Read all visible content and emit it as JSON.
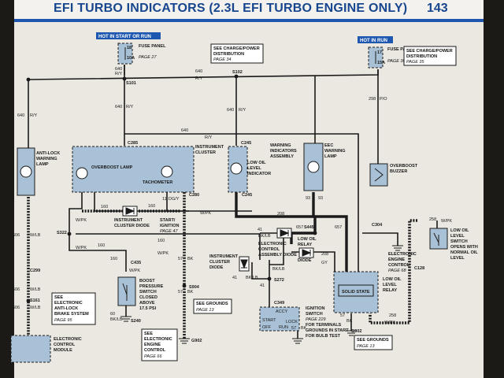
{
  "header": {
    "title": "EFI TURBO INDICATORS (2.3L EFI TURBO ENGINE ONLY)",
    "page_number": "143"
  },
  "hot_start_run": "HOT IN START OR RUN",
  "hot_run": "HOT IN RUN",
  "fuse_left": {
    "title": "FUSE PANEL",
    "page": "PAGE 27",
    "fuse": "18",
    "amps": "10A"
  },
  "fuse_right": {
    "title": "FUSE PANEL",
    "page": "PAGE 30",
    "fuse": "17",
    "amps": "15A"
  },
  "refs": {
    "charge_power_1": {
      "line1": "SEE CHARGE/POWER",
      "line2": "DISTRIBUTION",
      "page": "PAGE 34"
    },
    "charge_power_2": {
      "line1": "SEE CHARGE/POWER",
      "line2": "DISTRIBUTION",
      "page": "PAGE 35"
    },
    "anti_lock": {
      "line1": "SEE",
      "line2": "ELECTRONIC",
      "line3": "ANTI-LOCK",
      "line4": "BRAKE SYSTEM",
      "page": "PAGE 95"
    },
    "eec_1": {
      "line1": "SEE",
      "line2": "ELECTRONIC",
      "line3": "ENGINE",
      "line4": "CONTROL",
      "page": "PAGE 66"
    },
    "grounds_1": {
      "line1": "SEE GROUNDS",
      "page": "PAGE 13"
    },
    "grounds_2": {
      "line1": "SEE GROUNDS",
      "page": "PAGE 13"
    },
    "eec_2": {
      "line1": "ELECTRONIC",
      "line2": "ENGINE",
      "line3": "CONTROL",
      "page": "PAGE 68"
    }
  },
  "components": {
    "anti_lock_lamp": {
      "line1": "ANTI-LOCK",
      "line2": "WARNING",
      "line3": "LAMP"
    },
    "instrument_cluster": {
      "line1": "INSTRUMENT",
      "line2": "CLUSTER"
    },
    "overboost_lamp": "OVERBOOST LAMP",
    "tachometer": "TACHOMETER",
    "start_ignition": {
      "line1": "START/",
      "line2": "IGNITION",
      "page": "PAGE 47"
    },
    "warning_indicators": {
      "line1": "WARNING",
      "line2": "INDICATORS",
      "line3": "ASSEMBLY"
    },
    "low_oil_indicator": {
      "line1": "LOW OIL",
      "line2": "LEVEL",
      "line3": "INDICATOR"
    },
    "eec_warning_lamp": {
      "line1": "EEC",
      "line2": "WARNING",
      "line3": "LAMP"
    },
    "overboost_buzzer": {
      "line1": "OVERBOOST",
      "line2": "BUZZER"
    },
    "instrument_cluster_diode": {
      "line1": "INSTRUMENT",
      "line2": "CLUSTER DIODE"
    },
    "ecc_assembly_diode": {
      "line1": "ELECTRONIC",
      "line2": "CONTROL",
      "line3": "ASSEMBLY DIODE"
    },
    "low_oil_relay_diode": {
      "line1": "LOW OIL",
      "line2": "RELAY",
      "line3": "DIODE"
    },
    "instrument_cluster_diode_2": {
      "line1": "INSTRUMENT",
      "line2": "CLUSTER",
      "line3": "DIODE"
    },
    "boost_pressure_switch": {
      "line1": "BOOST",
      "line2": "PRESSURE",
      "line3": "SWITCH",
      "line4": "CLOSED",
      "line5": "ABOVE",
      "line6": "17.5 PSI"
    },
    "ignition_switch": {
      "line1": "IGNITION",
      "line2": "SWITCH",
      "page": "PAGE 229",
      "line3": "FOR TERMINALS",
      "line4": "GROUNDS IN START",
      "line5": "FOR BULB TEST"
    },
    "solid_state": "SOLID STATE",
    "low_oil_relay": {
      "line1": "LOW OIL",
      "line2": "LEVEL",
      "line3": "RELAY"
    },
    "low_oil_switch": {
      "line1": "LOW OIL",
      "line2": "LEVEL",
      "line3": "SWITCH",
      "line4": "OPENS WITH",
      "line5": "NORMAL OIL",
      "line6": "LEVEL"
    },
    "electronic_control_module": {
      "line1": "ELECTRONIC",
      "line2": "CONTROL",
      "line3": "MODULE"
    },
    "ign_accy": "ACCY",
    "ign_start": "START",
    "ign_lock": "LOCK",
    "ign_run": "RUN",
    "ign_off": "OFF"
  },
  "connectors": {
    "s101": "S101",
    "s102": "S102",
    "c285": "C285",
    "c245a": "C245",
    "c245b": "C245",
    "c280": "C280",
    "s322": "S322",
    "c435": "C435",
    "c299": "C299",
    "s161": "S161",
    "s240": "S240",
    "c349": "C349",
    "s272": "S272",
    "s445": "S445",
    "c304": "C304",
    "c128": "C128",
    "s904": "S904",
    "g902": "G902",
    "g902b": "G902"
  },
  "wires": {
    "w640_ry_top": "640",
    "w640_ry_top_c": "R/Y",
    "w640_ry_left": "640",
    "w640_ry_left_c": "R/Y",
    "w640_ry_mid": "640",
    "w640_ry_mid_c": "R/Y",
    "w640_ry_s102": "640",
    "w640_ry_s102_c": "R/Y",
    "w640_ry_right": "640",
    "w640_ry_right_c": "R/Y",
    "w640_ry_cluster": "640",
    "w640_ry_cluster_c": "R/Y",
    "w298_po": "298",
    "w298_po_c": "P/O",
    "w160_wpk_a": "160",
    "w160_wpk_a_c": "W/PK",
    "w160_wpk_b": "160",
    "w160_wpk_b_c": "W/PK",
    "w160_wpk_c": "160",
    "w160_wpk_c_c": "W/PK",
    "w160_wpk_d": "160",
    "w160_wpk_d_c": "W/PK",
    "w160_wpk_e": "160",
    "w160_wpk_e_c": "W/PK",
    "w11_dgy": "11",
    "w11_dgy_c": "DG/Y",
    "w208_a": "208",
    "w208_b": "208",
    "w208_gy": "GY",
    "w41_a": "41",
    "w41_a_c": "BK/LB",
    "w41_b": "41",
    "w41_b_c": "BK/LB",
    "w41_c": "41",
    "w41_c_c": "BK/LB",
    "w657_a": "657",
    "w657_b": "657",
    "w57_bk_a": "57",
    "w57_bk_a_c": "BK",
    "w57_bk_b": "57",
    "w57_bk_b_c": "BK",
    "w57_bk_c": "57",
    "w57_bk_c_c": "BK",
    "w57_bk_d": "57",
    "w57_bk_d_c": "BK",
    "w606_wlb_a": "606",
    "w606_wlb_a_c": "W/LB",
    "w606_wlb_b": "606",
    "w606_wlb_b_c": "W/LB",
    "w606_wlb_c": "606",
    "w606_wlb_c_c": "W/LB",
    "w258_wpk_a": "258",
    "w258_wpk_a_c": "W/PK",
    "w258_wpk_b": "258",
    "w258_wpk_b_c": "W/PK",
    "w60_bk_lb": "60",
    "w60_bk_lb_c": "BK/LB",
    "w93_a": "93",
    "w93_b": "93"
  }
}
